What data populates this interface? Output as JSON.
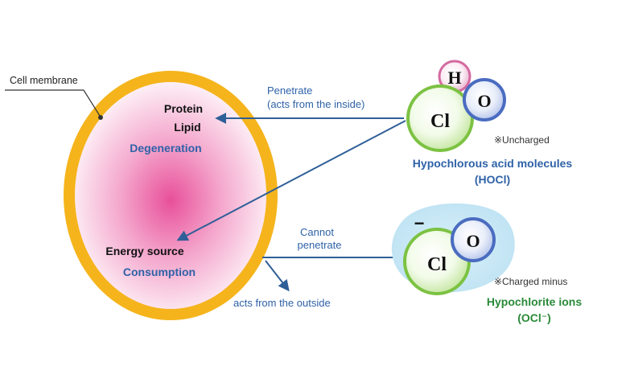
{
  "cell": {
    "membrane_label": "Cell membrane",
    "protein": "Protein",
    "lipid": "Lipid",
    "degeneration": "Degeneration",
    "energy_source": "Energy source",
    "consumption": "Consumption"
  },
  "arrows": {
    "penetrate_line1": "Penetrate",
    "penetrate_line2": "(acts from the inside)",
    "cannot_line1": "Cannot",
    "cannot_line2": "penetrate",
    "outside": "acts from the outside"
  },
  "hocl": {
    "atom_h": "H",
    "atom_cl": "Cl",
    "atom_o": "O",
    "note": "※Uncharged",
    "name": "Hypochlorous acid molecules",
    "formula": "(HOCl)"
  },
  "ocl": {
    "charge": "−",
    "atom_cl": "Cl",
    "atom_o": "O",
    "note": "※Charged  minus",
    "name": "Hypochlorite ions",
    "formula": "(OCl⁻)"
  },
  "colors": {
    "membrane": "#f5b41c",
    "cell_core": "#e8509a",
    "arrow": "#2f5f98",
    "label_blue": "#2f62a8",
    "label_green": "#2a8a3a",
    "atom_green": "#7cc242",
    "atom_blue": "#4a6cc0",
    "atom_pink": "#d46aa0",
    "ion_halo": "#bfe3f3"
  }
}
